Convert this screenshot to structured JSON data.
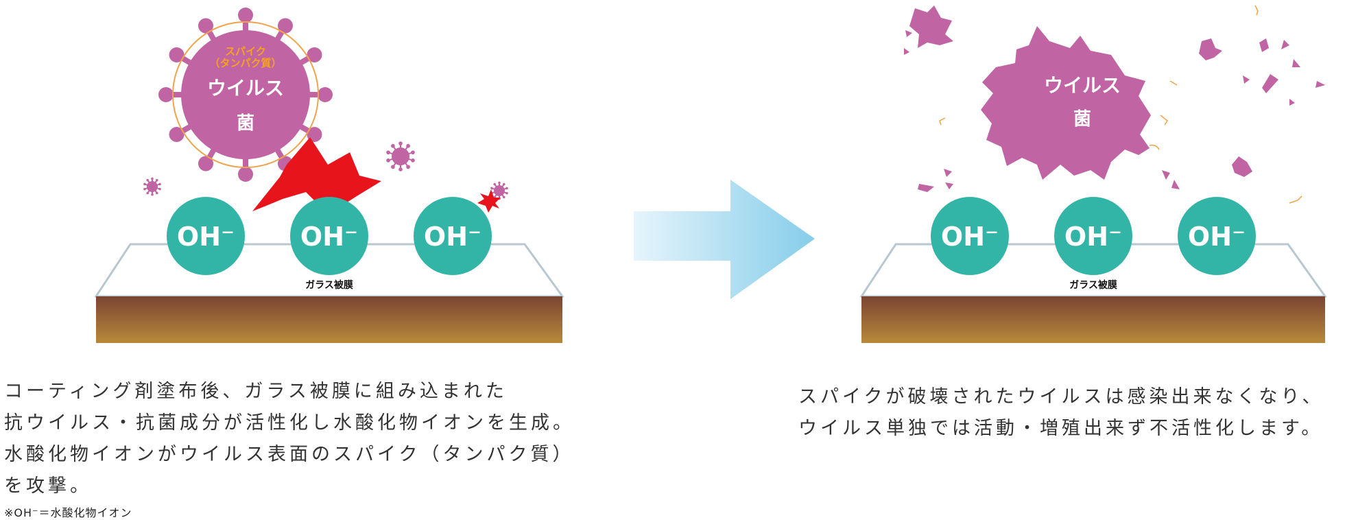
{
  "colors": {
    "virus": "#c064a4",
    "oh_ion": "#32b5a6",
    "spike_ring": "#f0a34a",
    "spike_text": "#f7a21c",
    "soil_top": "#7a4432",
    "soil_bottom": "#b78a3b",
    "arrow_light": "#e6f4fb",
    "arrow_dark": "#86cdea",
    "burst": "#e8141b"
  },
  "left_panel": {
    "virus_label_1": "ウイルス",
    "virus_label_2": "菌",
    "spike_label_1": "スパイク",
    "spike_label_2": "（タンパク質）",
    "ions": [
      "OH⁻",
      "OH⁻",
      "OH⁻"
    ],
    "film_label": "ガラス被膜"
  },
  "right_panel": {
    "virus_label_1": "ウイルス",
    "virus_label_2": "菌",
    "ions": [
      "OH⁻",
      "OH⁻",
      "OH⁻"
    ],
    "film_label": "ガラス被膜"
  },
  "captions": {
    "left_lines": [
      "コーティング剤塗布後、ガラス被膜に組み込まれた",
      "抗ウイルス・抗菌成分が活性化し水酸化物イオンを生成。",
      "水酸化物イオンがウイルス表面のスパイク（タンパク質）",
      "を攻撃。"
    ],
    "note": "※OH⁻＝水酸化物イオン",
    "right_lines": [
      "スパイクが破壊されたウイルスは感染出来なくなり、",
      "ウイルス単独では活動・増殖出来ず不活性化します。"
    ]
  }
}
